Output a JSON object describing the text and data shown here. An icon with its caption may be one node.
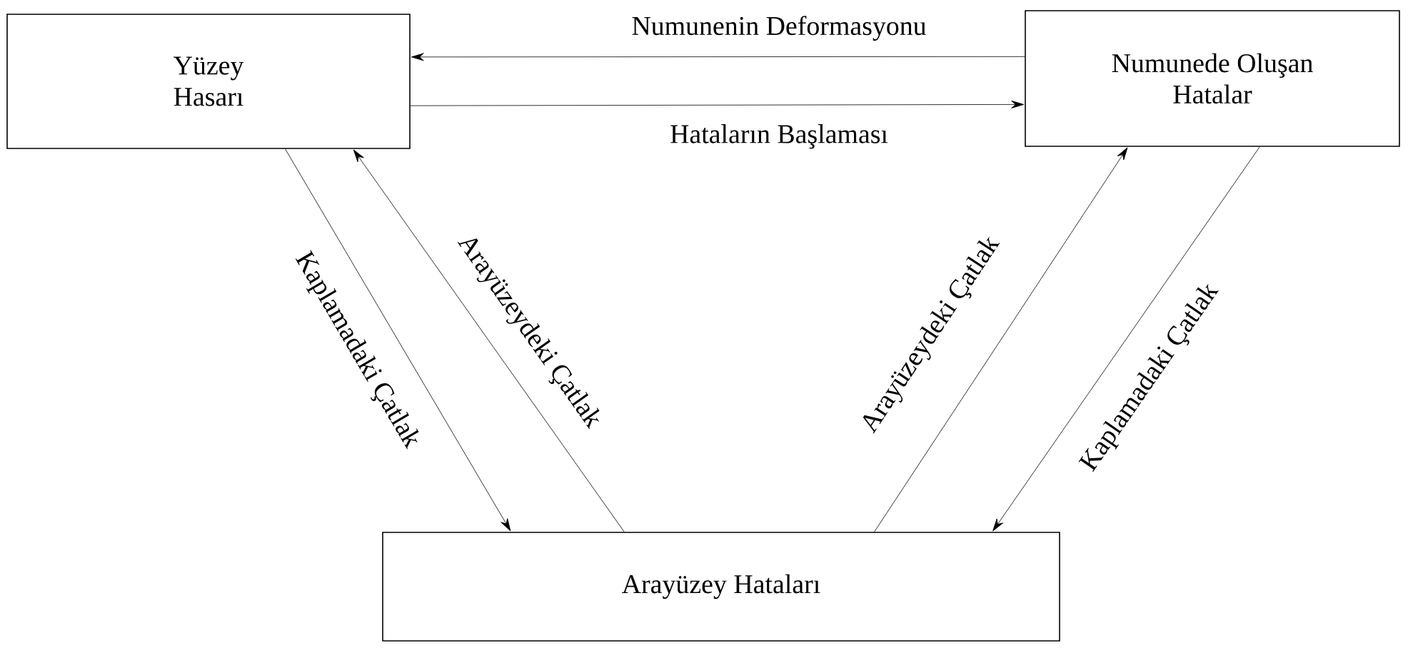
{
  "diagram": {
    "nodes": [
      {
        "text": [
          "Yüzey Hasarı"
        ]
      },
      {
        "text": [
          "Numunede Oluşan Hatalar"
        ]
      },
      {
        "text": [
          "Arayüzey Hataları"
        ]
      }
    ],
    "edges": [
      {
        "from": 1,
        "to": 0,
        "arrow": "to",
        "label": "Numunenin Deformasyonu"
      },
      {
        "from": 0,
        "to": 1,
        "arrow": "to",
        "label": "Hataların Başlaması"
      },
      {
        "from": 0,
        "to": 2,
        "arrow": "to",
        "label": "Kaplamadaki Çatlak"
      },
      {
        "from": 2,
        "to": 0,
        "arrow": "to",
        "label": "Arayüzeydeki Çatlak"
      },
      {
        "from": 2,
        "to": 1,
        "arrow": "to",
        "label": "Arayüzeydeki Çatlak"
      },
      {
        "from": 1,
        "to": 2,
        "arrow": "to",
        "label": "Kaplamadaki Çatlak"
      }
    ]
  }
}
